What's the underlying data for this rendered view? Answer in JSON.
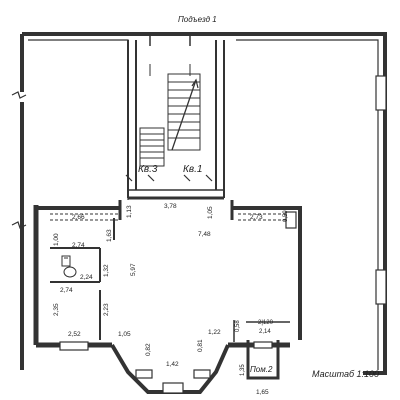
{
  "title": "Подъезд 1",
  "scale": "Масштаб 1:100",
  "apartments": {
    "kv3": "Кв.3",
    "kv1": "Кв.1"
  },
  "room_label": "Пом.2",
  "dimensions": {
    "d378": "3,78",
    "d113": "1,13",
    "d105_top": "1,05",
    "d748": "7,48",
    "d266": "2,66",
    "d273": "2,73",
    "d059": "0,59",
    "d163": "1,63",
    "d100": "1,00",
    "d274_a": "2,74",
    "d224": "2,24",
    "d132": "1,32",
    "d274_b": "2,74",
    "d597": "5,97",
    "d235": "2,35",
    "d223": "2,23",
    "d252": "2,52",
    "d105_bottom": "1,05",
    "d082": "0,82",
    "d142": "1,42",
    "d081": "0,81",
    "d122": "1,22",
    "d058": "0,58",
    "d2120": "2|120",
    "d214": "2,14",
    "d135": "1,35",
    "d165": "1,65"
  }
}
